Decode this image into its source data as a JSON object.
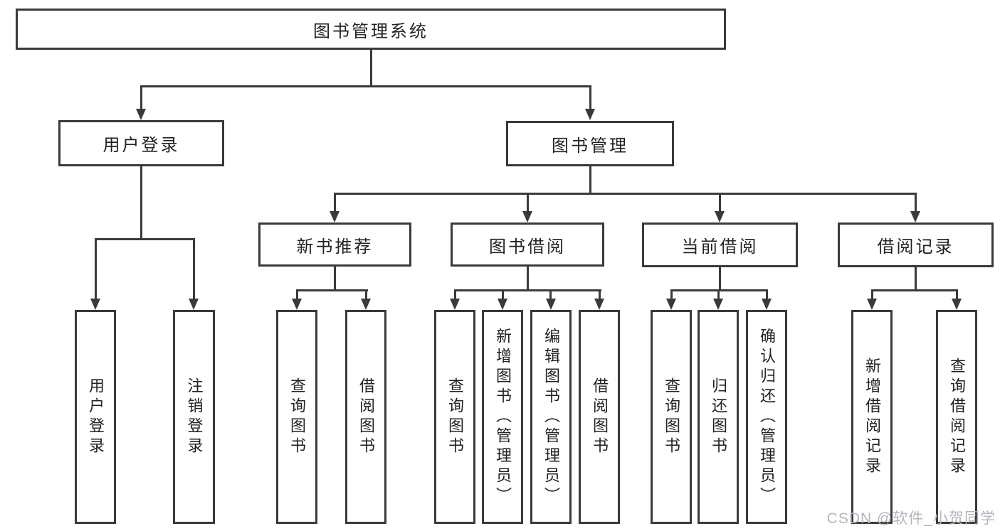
{
  "colors": {
    "line": "#3a3a3a",
    "box_border": "#3a3a3a",
    "text": "#222222",
    "background": "#ffffff",
    "watermark_text_color": "#b5b5bd"
  },
  "watermark": {
    "text": "CSDN @软件_小贺同学"
  },
  "tree": {
    "root": {
      "label": "图书管理系统"
    },
    "l2": [
      {
        "label": "用户登录",
        "children": [
          {
            "label": "用户登录"
          },
          {
            "label": "注销登录"
          }
        ]
      },
      {
        "label": "图书管理",
        "children": [
          {
            "label": "新书推荐",
            "children": [
              {
                "label": "查询图书"
              },
              {
                "label": "借阅图书"
              }
            ]
          },
          {
            "label": "图书借阅",
            "children": [
              {
                "label": "查询图书"
              },
              {
                "label": "新增图书（管理员）"
              },
              {
                "label": "编辑图书（管理员）"
              },
              {
                "label": "借阅图书"
              }
            ]
          },
          {
            "label": "当前借阅",
            "children": [
              {
                "label": "查询图书"
              },
              {
                "label": "归还图书"
              },
              {
                "label": "确认归还（管理员）"
              }
            ]
          },
          {
            "label": "借阅记录",
            "children": [
              {
                "label": "新增借阅记录"
              },
              {
                "label": "查询借阅记录"
              }
            ]
          }
        ]
      }
    ]
  }
}
